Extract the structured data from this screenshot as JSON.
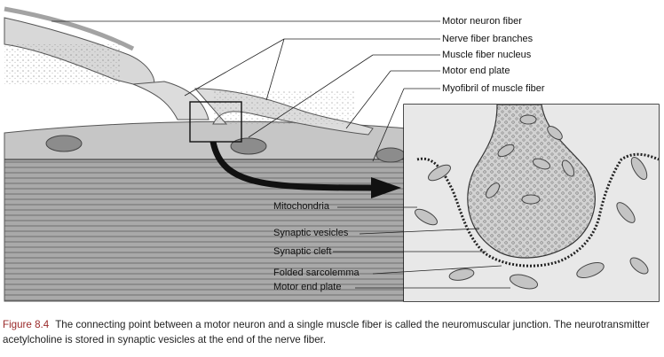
{
  "labels": {
    "motor_neuron_fiber": "Motor neuron fiber",
    "nerve_fiber_branches": "Nerve fiber branches",
    "muscle_fiber_nucleus": "Muscle fiber nucleus",
    "motor_end_plate": "Motor end plate",
    "myofibril": "Myofibril of muscle fiber",
    "mitochondria": "Mitochondria",
    "synaptic_vesicles": "Synaptic vesicles",
    "synaptic_cleft": "Synaptic cleft",
    "folded_sarcolemma": "Folded sarcolemma",
    "motor_end_plate_inset": "Motor end plate"
  },
  "caption": {
    "figure_number": "Figure 8.4",
    "text": "The connecting point between a motor neuron and a single muscle fiber is called the neuromuscular junction. The neurotransmitter acetylcholine is stored in synaptic vesicles at the end of the nerve fiber."
  },
  "colors": {
    "muscle": "#b8b8b8",
    "nerve": "#dcdcdc",
    "nucleus": "#8c8c8c",
    "figure_accent": "#9b2b2b"
  }
}
